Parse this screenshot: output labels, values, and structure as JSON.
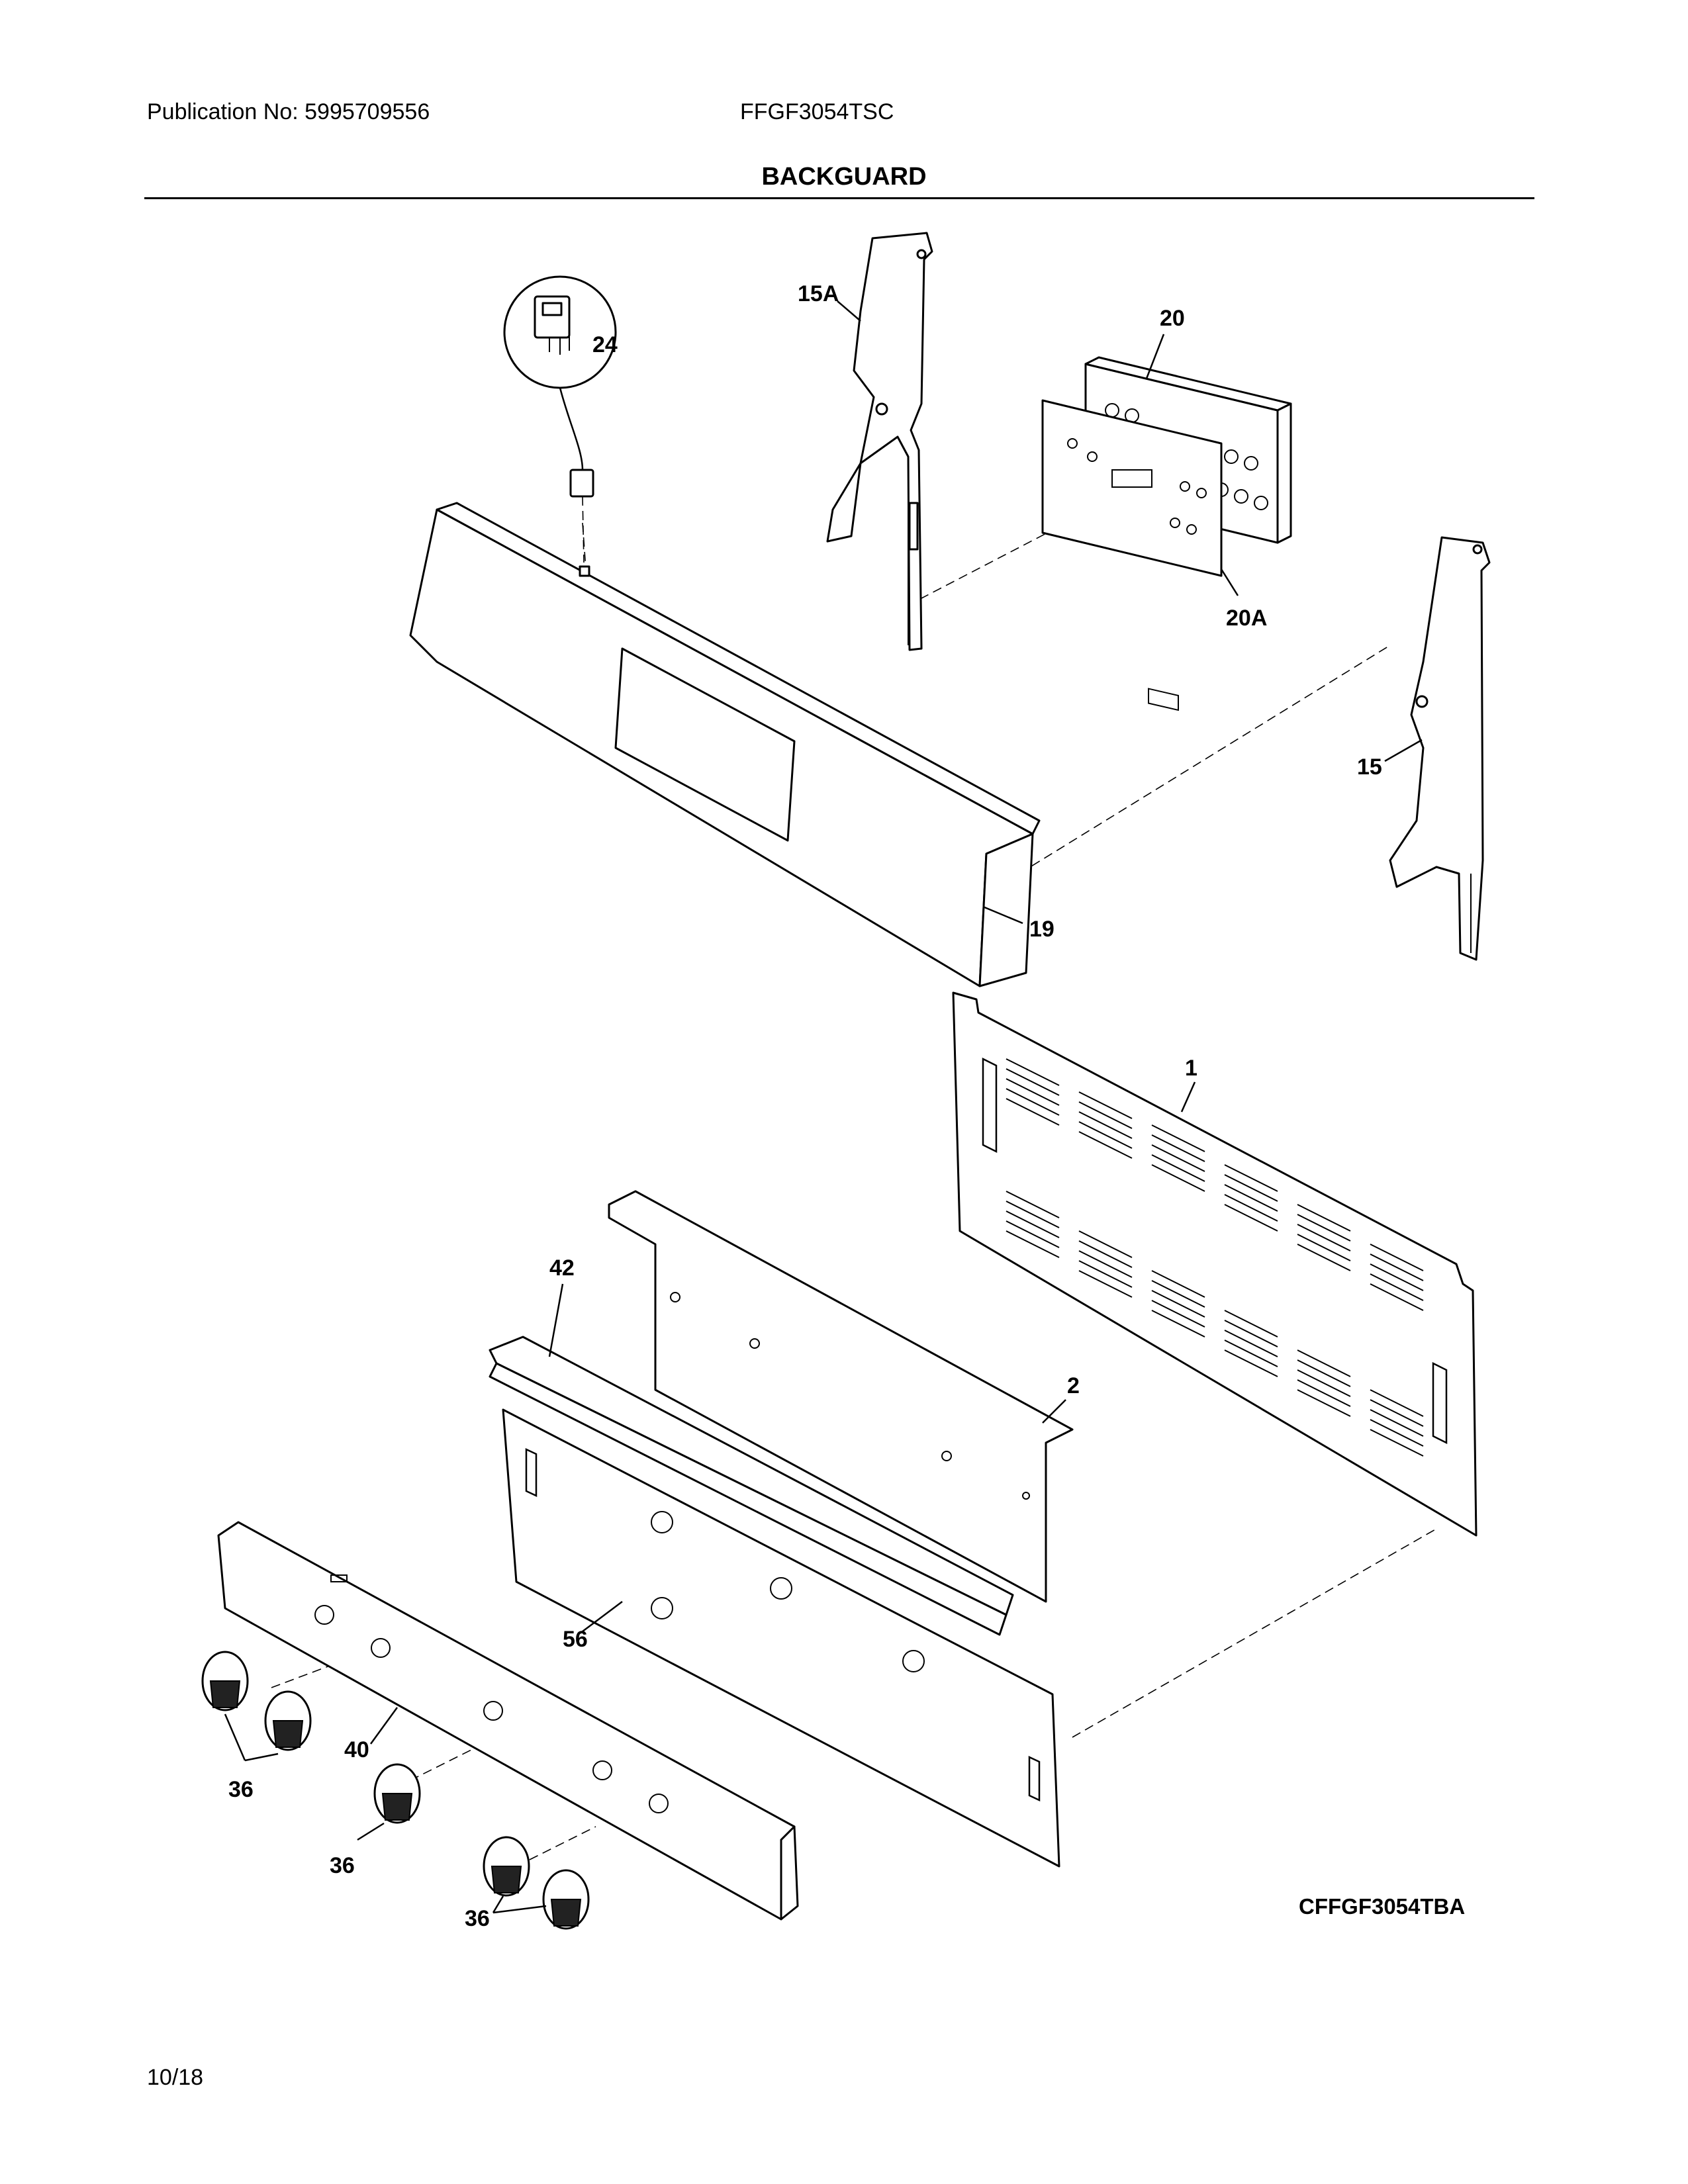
{
  "header": {
    "publication": "Publication No: 5995709556",
    "model": "FFGF3054TSC"
  },
  "section_title": "BACKGUARD",
  "callouts": {
    "c1": "1",
    "c2": "2",
    "c15": "15",
    "c15a": "15A",
    "c19": "19",
    "c20": "20",
    "c20a": "20A",
    "c24": "24",
    "c36a": "36",
    "c36b": "36",
    "c36c": "36",
    "c40": "40",
    "c42": "42",
    "c56": "56"
  },
  "drawing_id": "CFFGF3054TBA",
  "footer": {
    "page": "10/18"
  }
}
